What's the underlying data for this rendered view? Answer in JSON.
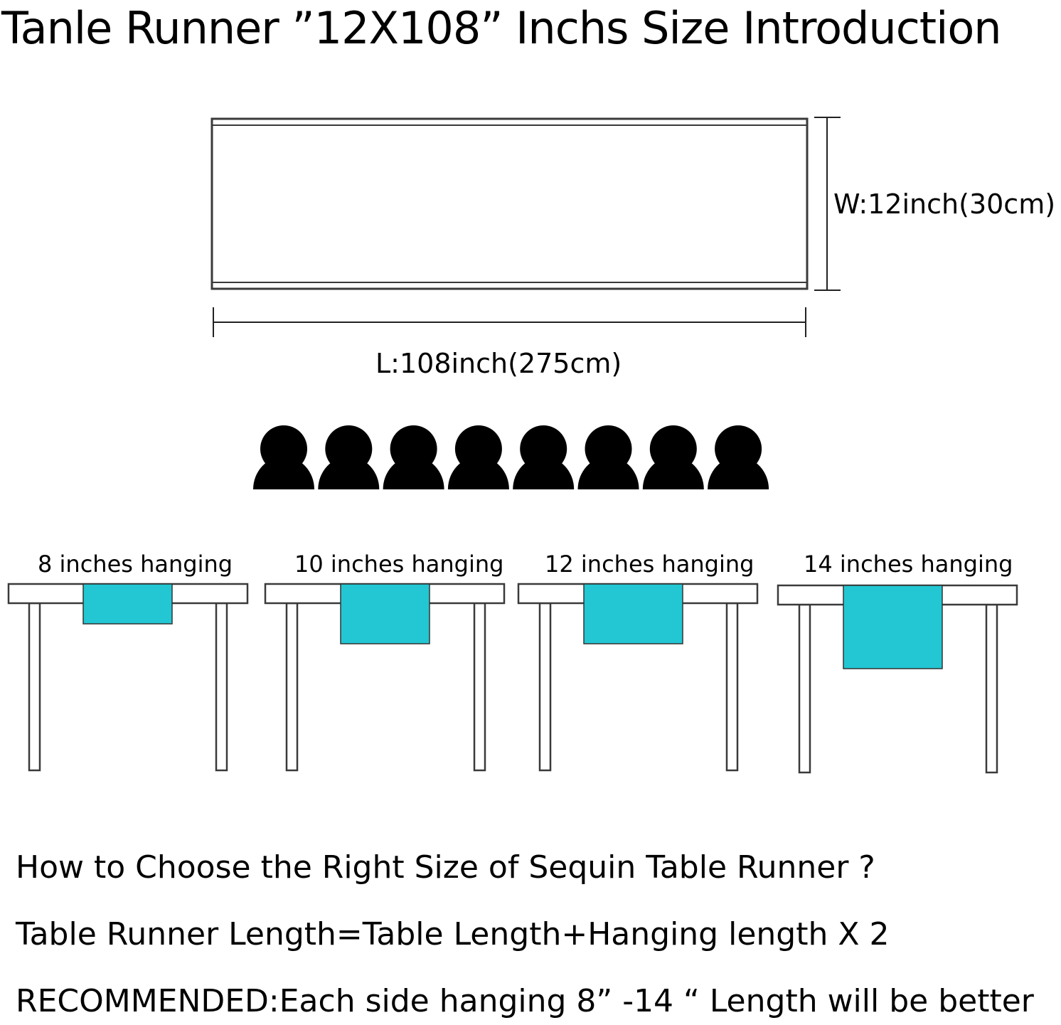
{
  "title": "Tanle Runner ”12X108” Inchs Size Introduction",
  "runner": {
    "width_label": "W:12inch(30cm)",
    "length_label": "L:108inch(275cm)"
  },
  "seats": {
    "count": 8,
    "icon": "person-silhouette-icon"
  },
  "hanging_examples": [
    {
      "label": "8 inches hanging",
      "inches": 8
    },
    {
      "label": "10 inches hanging",
      "inches": 10
    },
    {
      "label": "12 inches hanging",
      "inches": 12
    },
    {
      "label": "14 inches hanging",
      "inches": 14
    }
  ],
  "guide": {
    "question": "How to Choose the Right Size of Sequin Table Runner ?",
    "formula": "Table Runner Length=Table Length+Hanging length X 2",
    "recommendation": "RECOMMENDED:Each side hanging 8” -14 “ Length will be better"
  },
  "colors": {
    "runner": "#22c7d3",
    "outline": "#3a3a3a",
    "person": "#000000"
  }
}
